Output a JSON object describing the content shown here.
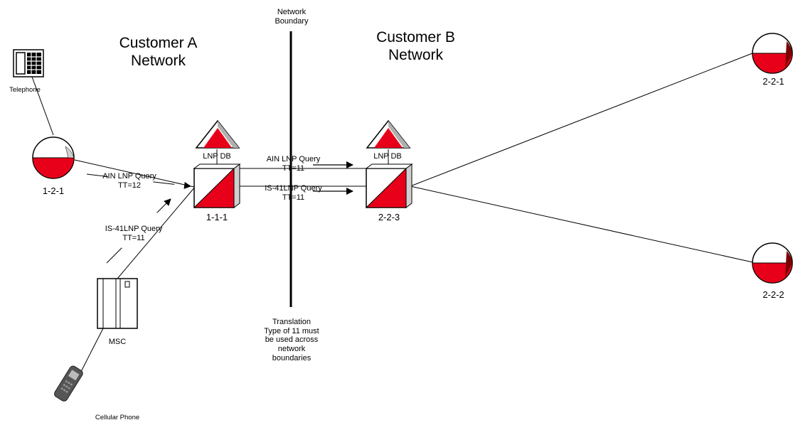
{
  "network_boundary": "Network\nBoundary",
  "customer_a": "Customer A\nNetwork",
  "customer_b": "Customer B\nNetwork",
  "telephone_label": "Telephone",
  "cellular_label": "Cellular Phone",
  "msc_label": "MSC",
  "nodes": {
    "n121": "1-2-1",
    "n111": "1-1-1",
    "n223": "2-2-3",
    "n221": "2-2-1",
    "n222": "2-2-2"
  },
  "lnpdb_left": "LNP DB",
  "lnpdb_right": "LNP DB",
  "queries": {
    "ain_left": "AIN LNP Query\nTT=12",
    "is41_left": "IS-41LNP Query\nTT=11",
    "ain_mid": "AIN LNP Query\nTT=11",
    "is41_mid": "IS-41LNP Query\nTT=11"
  },
  "translation_note": "Translation\nType of 11 must\nbe used across\nnetwork\nboundaries",
  "colors": {
    "red": "#e8001a",
    "line": "#000000",
    "grey": "#d0d0d0"
  }
}
